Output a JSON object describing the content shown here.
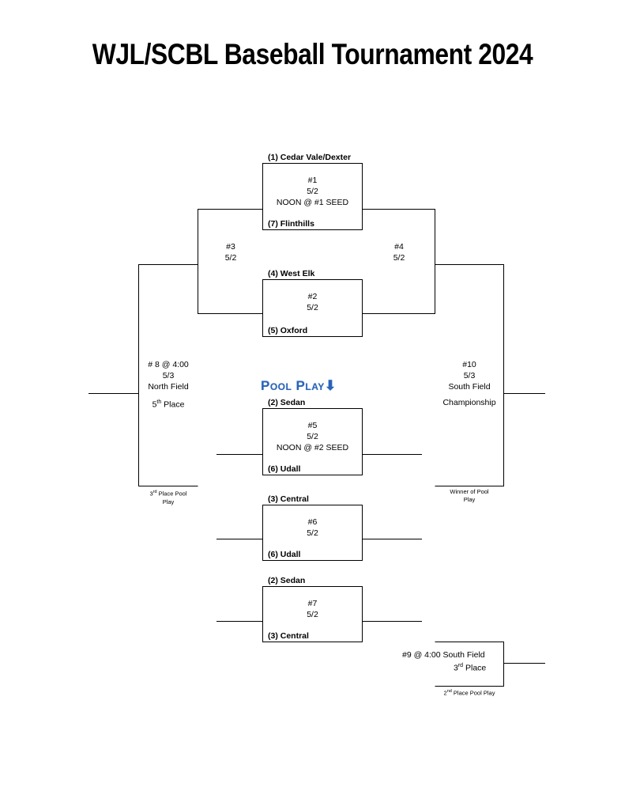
{
  "title": "WJL/SCBL Baseball Tournament 2024",
  "pool_play": {
    "label": "Pool Play",
    "arrow": "down-arrow-icon"
  },
  "games": {
    "g1": {
      "num": "#1",
      "date": "5/2",
      "time": "NOON @ #1 SEED",
      "top": "(1)  Cedar Vale/Dexter",
      "bottom": "(7) Flinthills"
    },
    "g2": {
      "num": "#2",
      "date": "5/2",
      "top": "(4) West Elk",
      "bottom": "(5) Oxford"
    },
    "g3": {
      "num": "#3",
      "date": "5/2"
    },
    "g4": {
      "num": "#4",
      "date": "5/2"
    },
    "g5": {
      "num": "#5",
      "date": "5/2",
      "time": "NOON @ #2 SEED",
      "top": "(2) Sedan",
      "bottom": "(6) Udall"
    },
    "g6": {
      "num": "#6",
      "date": "5/2",
      "top": "(3) Central",
      "bottom": "(6) Udall"
    },
    "g7": {
      "num": "#7",
      "date": "5/2",
      "top": "(2) Sedan",
      "bottom": "(3) Central"
    },
    "g8": {
      "num": "# 8 @ 4:00",
      "date": "5/3",
      "field": "North Field",
      "place_num": "5",
      "place_sup": "th",
      "place_rest": " Place",
      "note_num": "3",
      "note_sup": "rd",
      "note_rest": " Place Pool",
      "note_line2": "Play"
    },
    "g9": {
      "label": "#9 @ 4:00 South Field",
      "place_num": "3",
      "place_sup": "rd",
      "place_rest": " Place",
      "note_num": "2",
      "note_sup": "nd",
      "note_rest": " Place Pool Play"
    },
    "g10": {
      "num": "#10",
      "date": "5/3",
      "field": "South Field",
      "place": "Championship",
      "note_line1": "Winner of Pool",
      "note_line2": "Play"
    }
  }
}
